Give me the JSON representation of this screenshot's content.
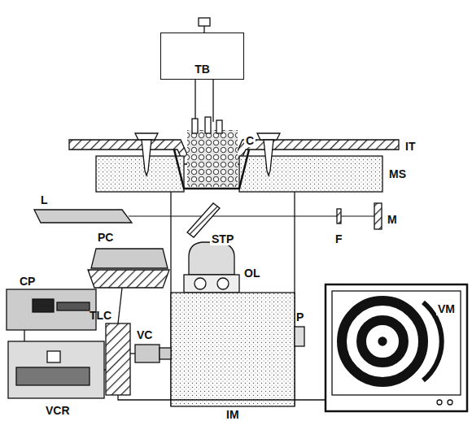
{
  "diagram": {
    "nodes": [
      {
        "text": [
          "TB"
        ]
      }
    ],
    "labels": [
      "C",
      "IT",
      "MS",
      "L",
      "STP",
      "F",
      "M",
      "PC",
      "OL",
      "CP",
      "TLC",
      "VC",
      "P",
      "VM",
      "VCR",
      "IM"
    ]
  }
}
